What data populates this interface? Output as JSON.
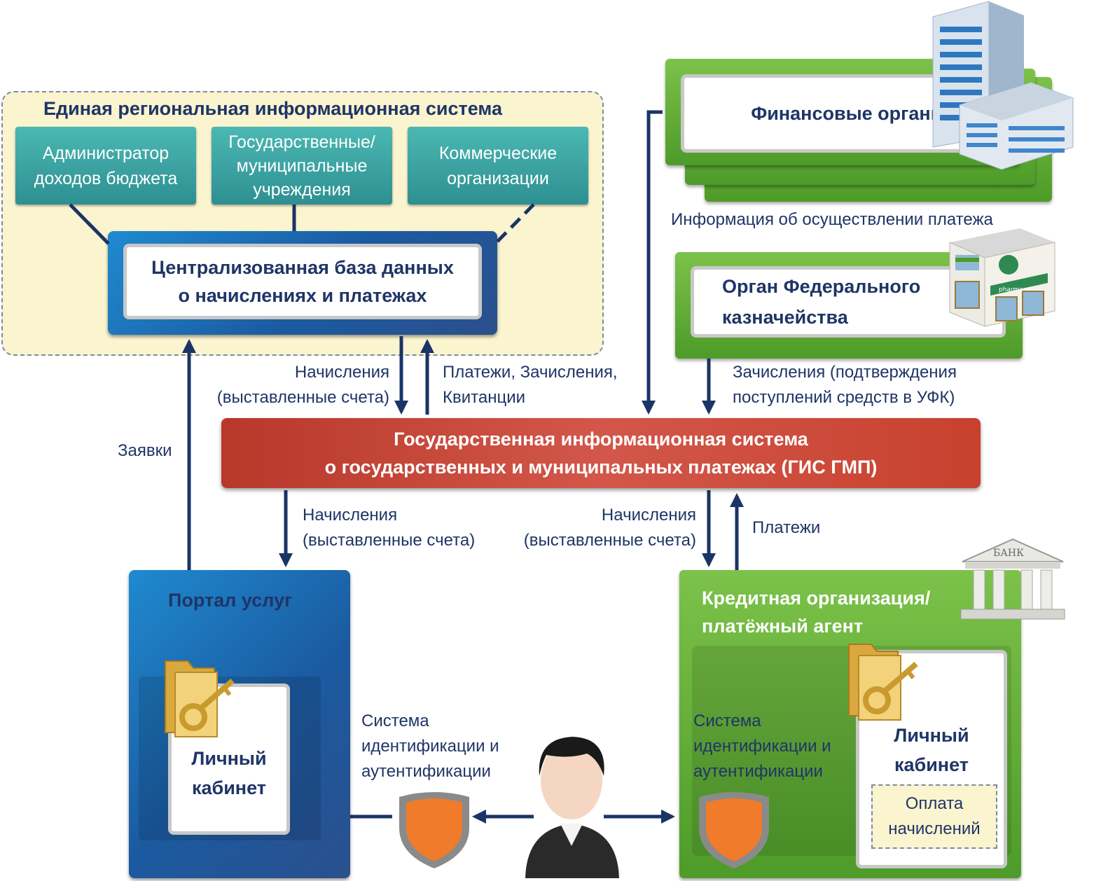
{
  "region": {
    "title": "Единая региональная информационная система",
    "boxes": [
      {
        "line1": "Администратор",
        "line2": "доходов бюджета",
        "line3": ""
      },
      {
        "line1": "Государственные/",
        "line2": "муниципальные",
        "line3": "учреждения"
      },
      {
        "line1": "Коммерческие",
        "line2": "организации",
        "line3": ""
      }
    ],
    "central_db": {
      "line1": "Централизованная база данных",
      "line2": "о начислениях и платежах"
    }
  },
  "finance": {
    "title": "Финансовые органы"
  },
  "payment_info": "Информация об осуществлении платежа",
  "treasury": {
    "line1": "Орган Федерального",
    "line2": "казначейства",
    "pharmacy_sign": "pharmacy"
  },
  "labels": {
    "accruals_line1": "Начисления",
    "accruals_line2": "(выставленные счета)",
    "payments_line1": "Платежи, Зачисления,",
    "payments_line2": "Квитанции",
    "credits_line1": "Зачисления (подтверждения",
    "credits_line2": "поступлений средств в УФК)",
    "requests": "Заявки",
    "payments": "Платежи"
  },
  "gis": {
    "line1": "Государственная информационная система",
    "line2": "о государственных и муниципальных платежах (ГИС ГМП)"
  },
  "portal": {
    "title": "Портал услуг",
    "cabinet_line1": "Личный",
    "cabinet_line2": "кабинет"
  },
  "bank": {
    "title_line1": "Кредитная организация/",
    "title_line2": "платёжный агент",
    "sign": "БАНК",
    "cabinet_line1": "Личный",
    "cabinet_line2": "кабинет",
    "pay_line1": "Оплата",
    "pay_line2": "начислений"
  },
  "auth": {
    "line1": "Система",
    "line2": "идентификации и",
    "line3": "аутентификации"
  },
  "icons": [
    "office-building-icon",
    "pharmacy-building-icon",
    "bank-icon",
    "folder-key-icon",
    "shield-icon",
    "user-icon"
  ],
  "colors": {
    "navy": "#1f3566",
    "teal": "#2e8f91",
    "blue": "#1b5aa0",
    "green": "#5aa832",
    "red": "#c8412e",
    "cream": "#faf4cf",
    "shield": "#f07b2a"
  }
}
